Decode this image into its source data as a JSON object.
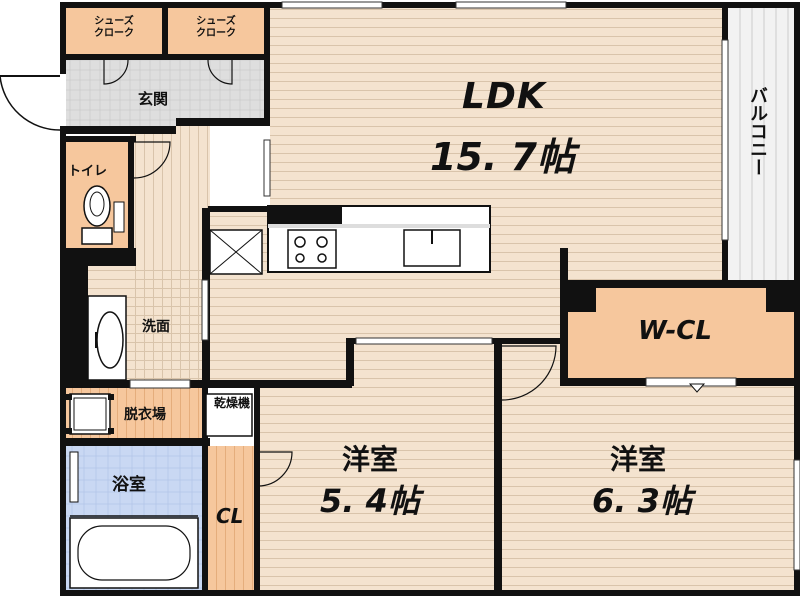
{
  "rooms": {
    "shoe1": "シューズ\nクローク",
    "shoe2": "シューズ\nクローク",
    "entrance": "玄関",
    "toilet": "トイレ",
    "washroom": "洗面",
    "changing": "脱衣場",
    "dryer": "乾燥機",
    "bath": "浴室",
    "cl": "CL",
    "ldk_name": "LDK",
    "ldk_size": "15. 7帖",
    "balcony": "バルコニー",
    "wcl": "W-CL",
    "room1_name": "洋室",
    "room1_size": "5. 4帖",
    "room2_name": "洋室",
    "room2_size": "6. 3帖"
  }
}
